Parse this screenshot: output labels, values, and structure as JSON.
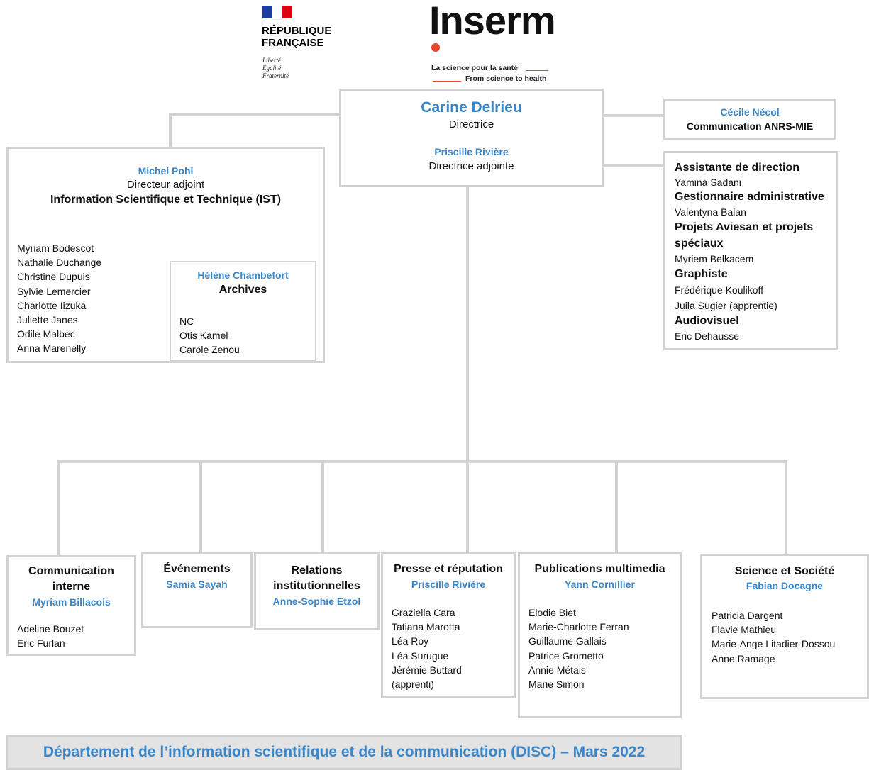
{
  "logos": {
    "rf_title_1": "RÉPUBLIQUE",
    "rf_title_2": "FRANÇAISE",
    "rf_motto": [
      "Liberté",
      "Égalité",
      "Fraternité"
    ],
    "inserm": "Inserm",
    "tagline_fr": "La science pour la santé",
    "tagline_en": "From science to health"
  },
  "directrice": {
    "name": "Carine Delrieu",
    "role": "Directrice",
    "deputy_name": "Priscille Rivière",
    "deputy_role": "Directrice adjointe"
  },
  "communication_anrs": {
    "name": "Cécile Nécol",
    "role": "Communication ANRS-MIE"
  },
  "assistants": [
    {
      "title": "Assistante de direction",
      "people": [
        "Yamina Sadani"
      ]
    },
    {
      "title": "Gestionnaire administrative",
      "people": [
        "Valentyna Balan"
      ]
    },
    {
      "title": "Projets Aviesan et projets spéciaux",
      "people": [
        "Myriem Belkacem"
      ]
    },
    {
      "title": "Graphiste",
      "people": [
        "Frédérique Koulikoff",
        "Juila Sugier (apprentie)"
      ]
    },
    {
      "title": "Audiovisuel",
      "people": [
        "Eric Dehausse"
      ]
    }
  ],
  "ist": {
    "name": "Michel Pohl",
    "role": "Directeur adjoint",
    "unit": "Information Scientifique et Technique (IST)",
    "members": [
      "Myriam Bodescot",
      "Nathalie Duchange",
      "Christine Dupuis",
      "Sylvie Lemercier",
      "Charlotte Iizuka",
      "Juliette Janes",
      "Odile Malbec",
      "Anna Marenelly"
    ]
  },
  "archives": {
    "name": "Hélène Chambefort",
    "unit": "Archives",
    "members": [
      "NC",
      "Otis Kamel",
      "Carole Zenou"
    ]
  },
  "departments": [
    {
      "title_1": "Communication",
      "title_2": "interne",
      "head": "Myriam Billacois",
      "members": [
        "Adeline Bouzet",
        "Eric Furlan"
      ]
    },
    {
      "title_1": "Événements",
      "title_2": "",
      "head": "Samia Sayah",
      "members": []
    },
    {
      "title_1": "Relations",
      "title_2": "institutionnelles",
      "head": "Anne-Sophie Etzol",
      "members": []
    },
    {
      "title_1": "Presse et réputation",
      "title_2": "",
      "head": "Priscille Rivière",
      "members": [
        "Graziella Cara",
        "Tatiana Marotta",
        "Léa Roy",
        "Léa Surugue",
        "Jérémie Buttard",
        "(apprenti)"
      ]
    },
    {
      "title_1": "Publications multimedia",
      "title_2": "",
      "head": "Yann Cornillier",
      "members": [
        "Elodie Biet",
        "Marie-Charlotte Ferran",
        "Guillaume Gallais",
        "Patrice Grometto",
        "Annie Métais",
        "Marie Simon"
      ]
    },
    {
      "title_1": "Science et Société",
      "title_2": "",
      "head": "Fabian Docagne",
      "members": [
        "Patricia Dargent",
        "Flavie Mathieu",
        "Marie-Ange Litadier-Dossou",
        "Anne Ramage"
      ]
    }
  ],
  "footer": "Département de l’information scientifique et de la communication (DISC) – Mars 2022",
  "colors": {
    "accent_blue": "#3a86c8",
    "border_grey": "#d2d2d2",
    "inserm_red": "#e8452c",
    "flag_blue": "#1d3d9e",
    "flag_red": "#e1000f"
  }
}
